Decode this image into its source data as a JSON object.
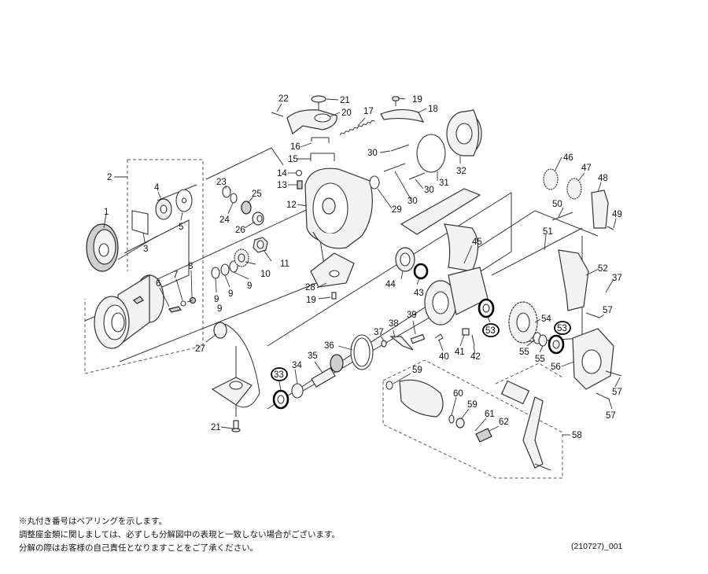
{
  "diagram": {
    "labels": {
      "p1": "1",
      "p2": "2",
      "p3": "3",
      "p4": "4",
      "p5": "5",
      "p6": "6",
      "p7": "7",
      "p8": "8",
      "p9a": "9",
      "p9b": "9",
      "p9c": "9",
      "p9d": "9",
      "p10": "10",
      "p11": "11",
      "p12": "12",
      "p13": "13",
      "p14": "14",
      "p15": "15",
      "p16": "16",
      "p17": "17",
      "p18": "18",
      "p19a": "19",
      "p19b": "19",
      "p20": "20",
      "p21a": "21",
      "p21b": "21",
      "p22": "22",
      "p23": "23",
      "p24": "24",
      "p25": "25",
      "p26": "26",
      "p27": "27",
      "p28": "28",
      "p29": "29",
      "p30a": "30",
      "p30b": "30",
      "p30c": "30",
      "p31": "31",
      "p32": "32",
      "p33": "33",
      "p34": "34",
      "p35": "35",
      "p36": "36",
      "p37a": "37",
      "p37b": "37",
      "p38": "38",
      "p39": "39",
      "p40": "40",
      "p41": "41",
      "p42": "42",
      "p43": "43",
      "p44": "44",
      "p45": "45",
      "p46": "46",
      "p47": "47",
      "p48": "48",
      "p49": "49",
      "p50": "50",
      "p51": "51",
      "p52": "52",
      "p53a": "53",
      "p53b": "53",
      "p54": "54",
      "p55a": "55",
      "p55b": "55",
      "p56": "56",
      "p57a": "57",
      "p57b": "57",
      "p57c": "57",
      "p58": "58",
      "p59a": "59",
      "p59b": "59",
      "p60": "60",
      "p61": "61",
      "p62": "62"
    },
    "bearing_parts": [
      "33",
      "53",
      "53"
    ]
  },
  "notes": {
    "line1": "※丸付き番号はベアリングを示します。",
    "line2": "調整座金類に関しましては、必ずしも分解図中の表現と一致しない場合がございます。",
    "line3": "分解の際はお客様の自己責任となりますことをご了承ください。"
  },
  "doc_code": "(210727)_001"
}
